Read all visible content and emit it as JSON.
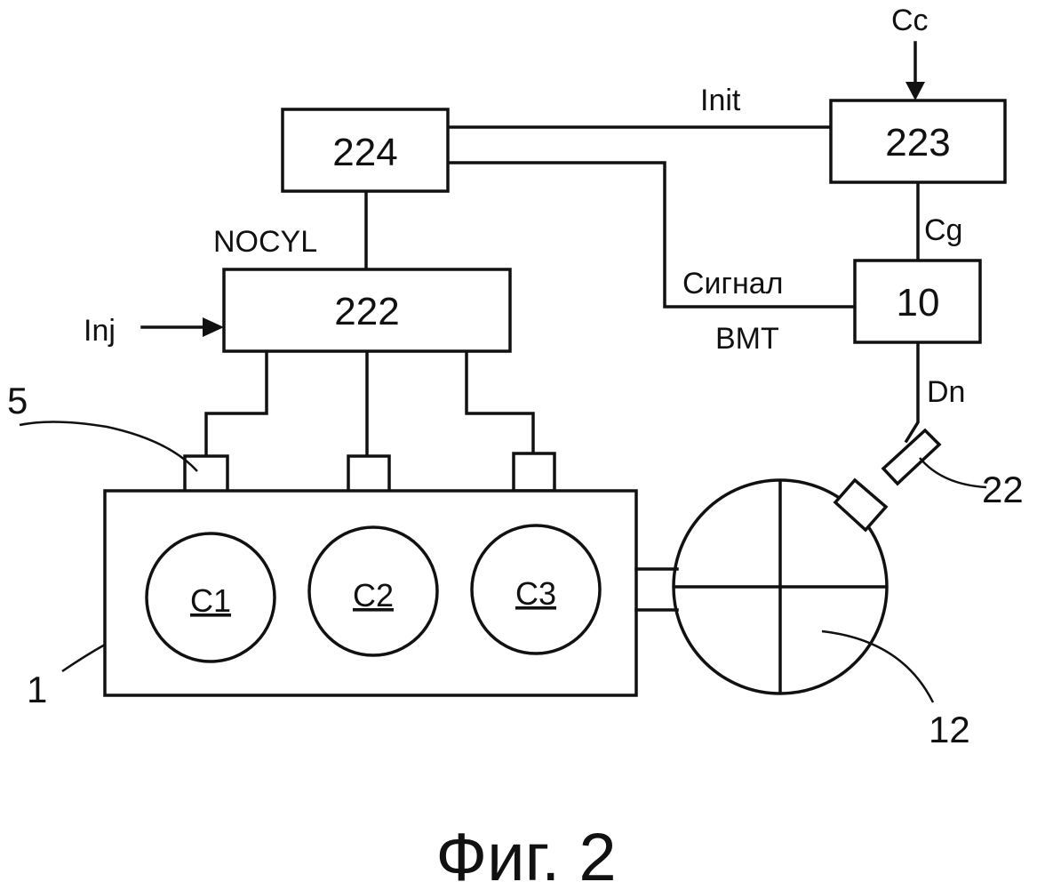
{
  "blocks": {
    "b224": "224",
    "b223": "223",
    "b222": "222",
    "b10": "10"
  },
  "signals": {
    "init": "Init",
    "cc": "Cc",
    "cg": "Cg",
    "nocyl": "NOCYL",
    "inj": "Inj",
    "signal_line1": "Сигнал",
    "signal_line2": "BMT",
    "dn": "Dn"
  },
  "cylinders": [
    "C1",
    "C2",
    "C3"
  ],
  "reference_numbers": {
    "engine": "1",
    "injector": "5",
    "wheel": "12",
    "sensor": "22"
  },
  "caption": "Фиг. 2"
}
